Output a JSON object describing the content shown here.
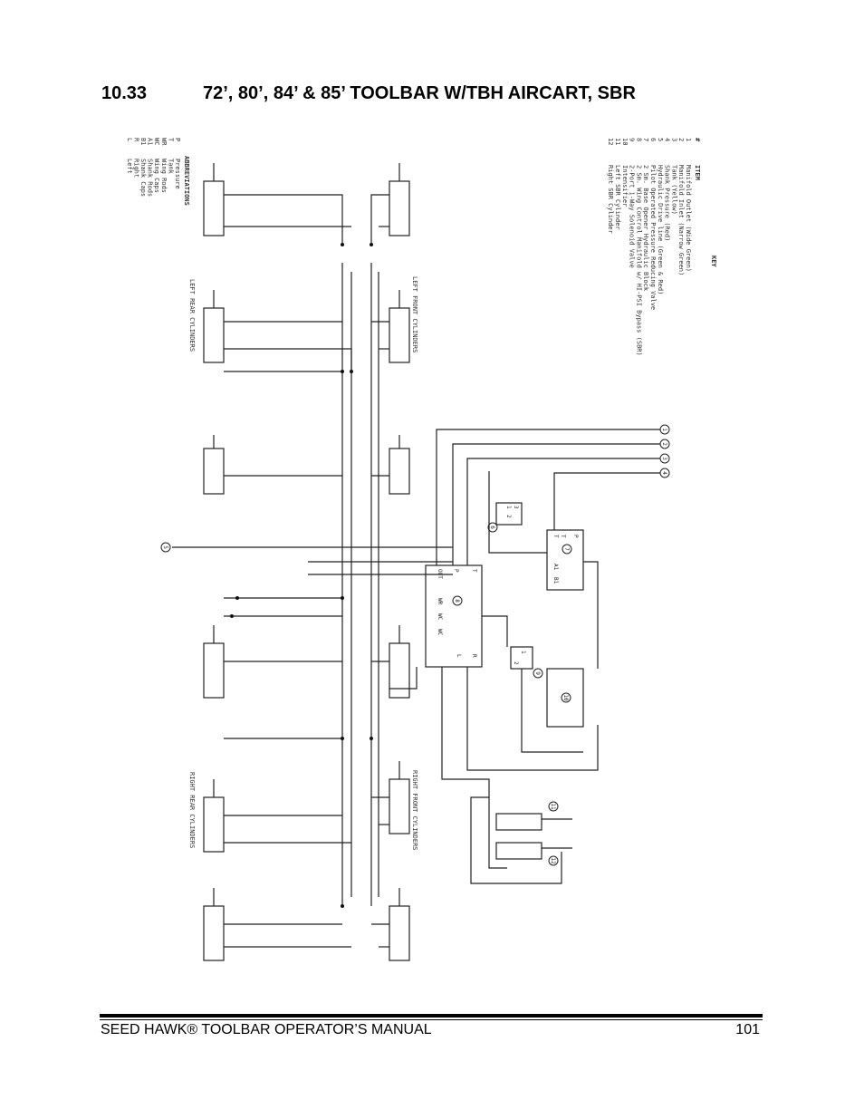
{
  "section": {
    "number": "10.33",
    "title": "72’, 80’, 84’ & 85’ TOOLBAR W/TBH AIRCART, SBR"
  },
  "key": {
    "title": "KEY",
    "num_header": "#",
    "item_header": "ITEM",
    "items": [
      {
        "n": "1",
        "label": "Manifold Outlet (Wide Green)"
      },
      {
        "n": "2",
        "label": "Manifold Inlet (Narrow Green)"
      },
      {
        "n": "3",
        "label": "Tank (Yellow)"
      },
      {
        "n": "4",
        "label": "Shank Pressure (Red)"
      },
      {
        "n": "5",
        "label": "Hydraulic Drive line (Green & Red)"
      },
      {
        "n": "6",
        "label": "Pilot Operated Pressure Reducing Valve"
      },
      {
        "n": "7",
        "label": "2 Sm. Base Opener Hydraulic Block"
      },
      {
        "n": "8",
        "label": "2 Sm. Wing Control Manifold w/ HI-PSI Bypass (SBR)"
      },
      {
        "n": "9",
        "label": "2-Port 1-Way Solenoid Valve"
      },
      {
        "n": "10",
        "label": "Intensifier"
      },
      {
        "n": "11",
        "label": "Left SBR Cylinder"
      },
      {
        "n": "12",
        "label": "Right SBR Cylinder"
      }
    ]
  },
  "abbreviations": {
    "title": "ABBREVIATIONS",
    "items": [
      {
        "k": "P",
        "v": "Pressure"
      },
      {
        "k": "T",
        "v": "Tank"
      },
      {
        "k": "WR",
        "v": "Wing Rods"
      },
      {
        "k": "WC",
        "v": "Wing Caps"
      },
      {
        "k": "A1",
        "v": "Shank Rods"
      },
      {
        "k": "B1",
        "v": "Shank Caps"
      },
      {
        "k": "R",
        "v": "Right"
      },
      {
        "k": "L",
        "v": "Left"
      }
    ]
  },
  "cylinder_labels": {
    "left_front": "LEFT FRONT CYLINDERS",
    "left_rear": "LEFT REAR CYLINDERS",
    "right_front": "RIGHT FRONT CYLINDERS",
    "right_rear": "RIGHT REAR CYLINDERS"
  },
  "manifold8_ports": {
    "t": "T",
    "p": "P",
    "out": "OUT",
    "r": "R",
    "l": "L",
    "wr": "WR",
    "wc1": "WC",
    "wc2": "WC"
  },
  "block7_ports": {
    "p": "P",
    "t": "T",
    "t2": "T",
    "a1": "A1",
    "b1": "B1"
  },
  "valve6_ports": {
    "a": "3",
    "b": "1",
    "c": "2"
  },
  "valve9_ports": {
    "a": "1",
    "b": "2"
  },
  "callouts": [
    "1",
    "2",
    "3",
    "4",
    "5",
    "6",
    "7",
    "8",
    "9",
    "10",
    "11",
    "12"
  ],
  "footer": {
    "manual": "SEED HAWK® TOOLBAR OPERATOR’S MANUAL",
    "page": "101"
  }
}
